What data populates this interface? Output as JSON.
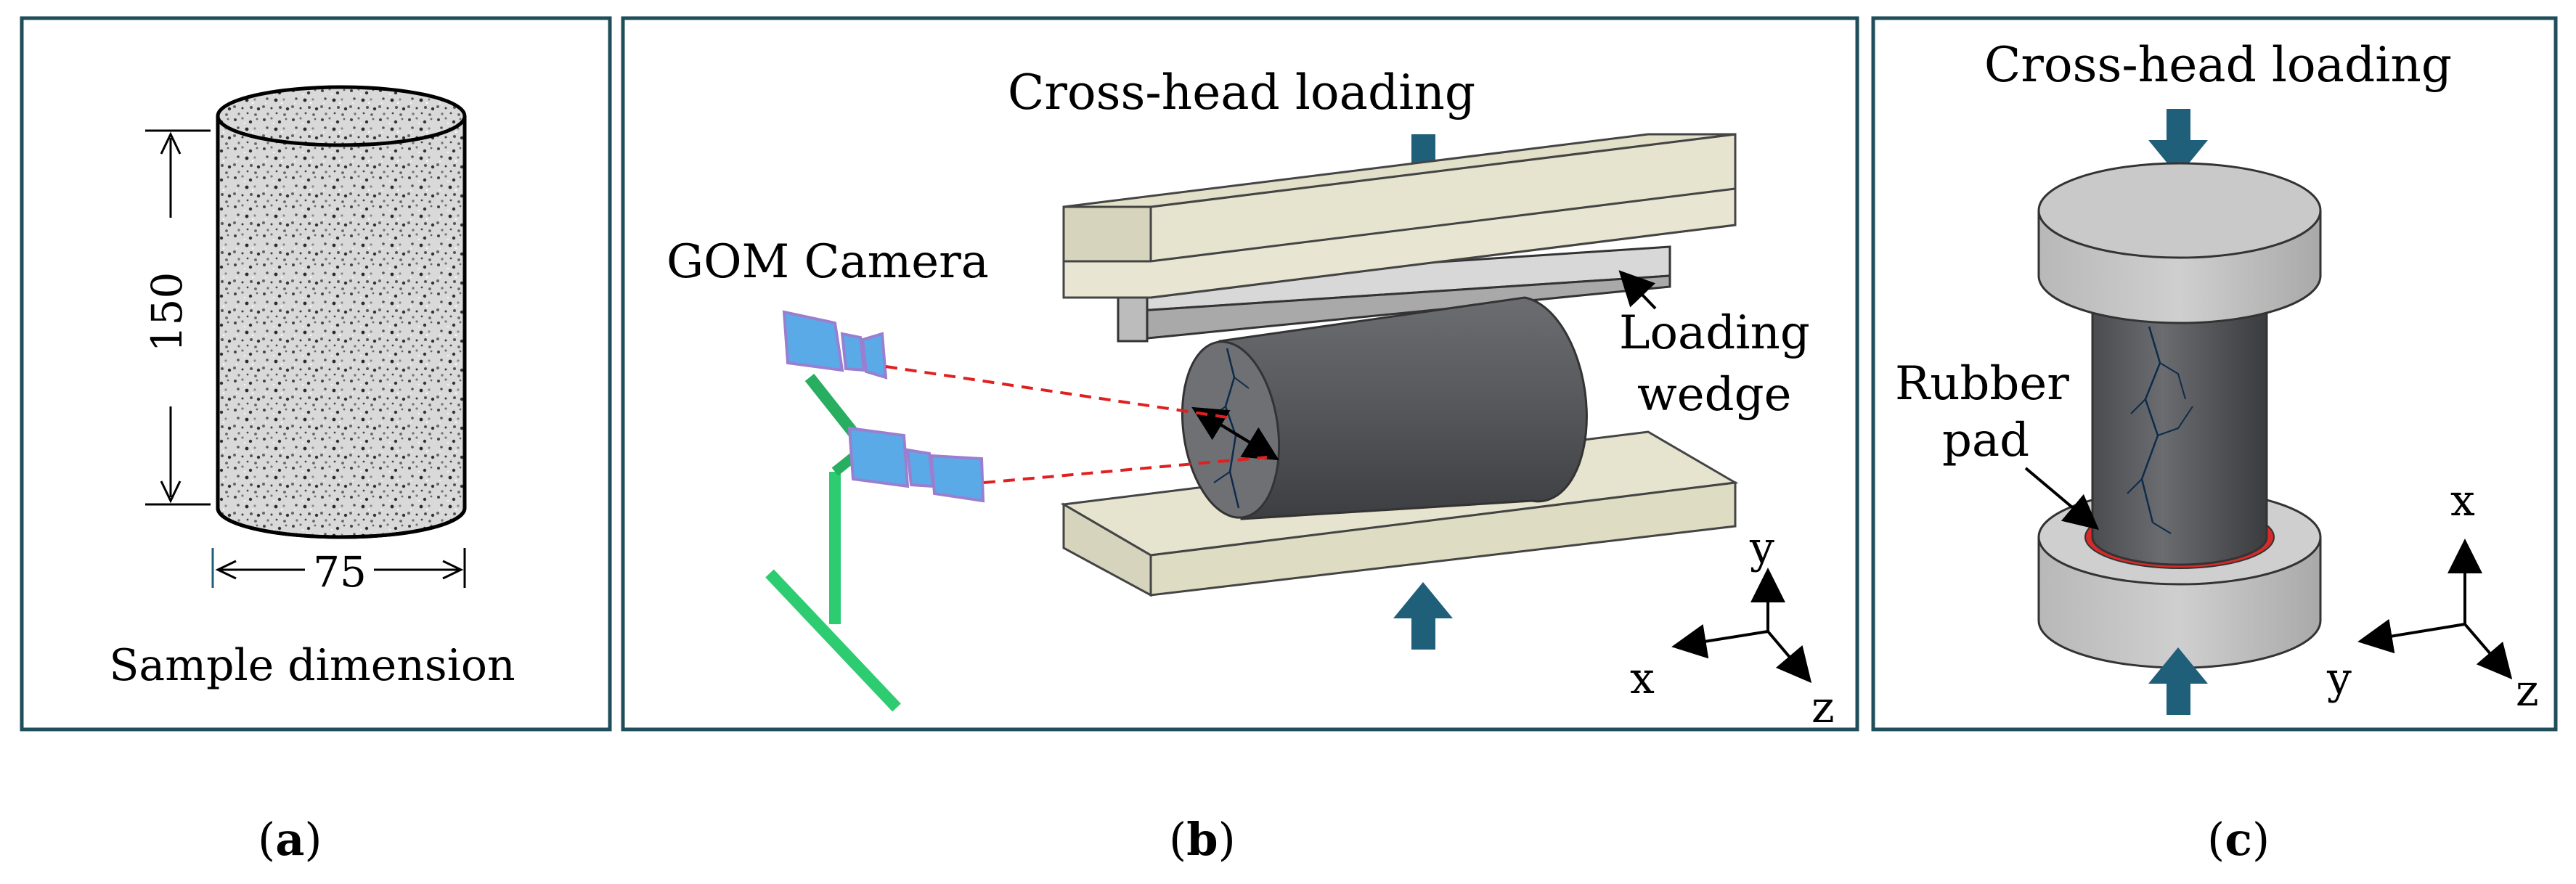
{
  "panel_a": {
    "dimension_height": "150",
    "dimension_width": "75",
    "caption": "Sample dimension",
    "label": "(a)",
    "label_open": "(",
    "label_letter": "a",
    "label_close": ")"
  },
  "panel_b": {
    "title": "Cross-head loading",
    "camera_label": "GOM Camera",
    "wedge_label_line1": "Loading",
    "wedge_label_line2": "wedge",
    "axes": {
      "y": "y",
      "x": "x",
      "z": "z"
    },
    "label_open": "(",
    "label_letter": "b",
    "label_close": ")"
  },
  "panel_c": {
    "title": "Cross-head loading",
    "pad_label_line1": "Rubber",
    "pad_label_line2": "pad",
    "axes": {
      "x": "x",
      "y": "y",
      "z": "z"
    },
    "label_open": "(",
    "label_letter": "c",
    "label_close": ")"
  },
  "colors": {
    "frame": "#1f4e5a",
    "arrow": "#1f5f7a",
    "plate": "#e6e4cf",
    "specimen": "#55575b",
    "camera": "#5aaae8",
    "tripod": "#2ecc71",
    "rubber": "#d52b2b",
    "laser": "#e02020"
  }
}
